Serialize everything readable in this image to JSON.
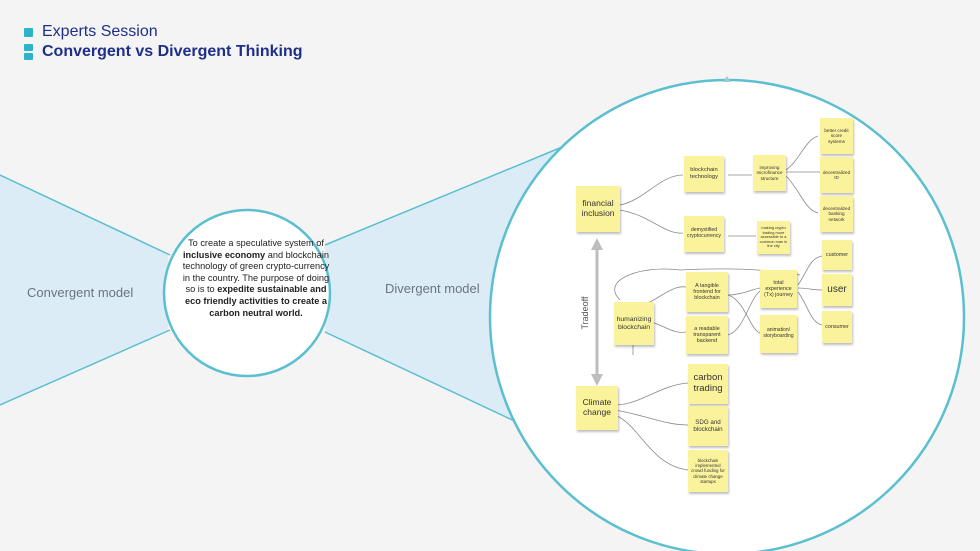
{
  "header": {
    "subtitle": "Experts Session",
    "title": "Convergent vs Divergent Thinking"
  },
  "labels": {
    "convergent": "Convergent model",
    "divergent": "Divergent model",
    "tradeoff": "Tradeoff"
  },
  "center_text": {
    "p1": "To create a speculative system of ",
    "b1": "inclusive economy",
    "p2": " and blockchain technology of green crypto-currency in the country. The purpose of doing so is to ",
    "b2": "expedite sustainable and eco friendly activities to create a carbon neutral world."
  },
  "notes": {
    "financial_inclusion": "financial inclusion",
    "blockchain_technology": "blockchain technology",
    "improving_microfinance": "improving microfinance structure",
    "better_credit": "better credit score systems",
    "decentralized_id": "decentralized ID",
    "decentralized_banking": "decentralized banking network",
    "demystified_crypto": "demystified cryptocurrency",
    "making_crypto_trading": "making crypto trading more accessible to a common man in the city",
    "tangible_frontend": "A tangible frontend for blockchain",
    "readable_backend": "a readable transparent backend",
    "humanizing_blockchain": "humanizing blockchain",
    "total_experience": "total experience (Tx) journey",
    "animation_storyboarding": "animation/ storyboarding",
    "customer": "customer",
    "user": "user",
    "consumer": "consumer",
    "climate_change": "Climate change",
    "carbon_trading": "carbon trading",
    "sdg_blockchain": "SDG and blockchain",
    "crowd_funding": "blockchain implemented crowd funding for climate change startups"
  },
  "colors": {
    "accent": "#2bb3c8",
    "title": "#1e2f8a",
    "sticky": "#fbf39b",
    "circle_stroke": "#5bbfd0",
    "cone_fill": "#dcecf7"
  }
}
